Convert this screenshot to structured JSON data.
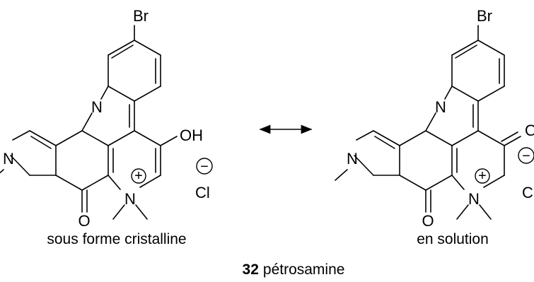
{
  "atoms": {
    "br": "Br",
    "n": "N",
    "oh": "OH",
    "o": "O",
    "cl": "Cl",
    "cl_cut": "C",
    "plus": "+",
    "minus": "−"
  },
  "captions": {
    "left": "sous forme cristalline",
    "right": "en solution"
  },
  "compound": {
    "number": "32",
    "name": "pétrosamine"
  }
}
